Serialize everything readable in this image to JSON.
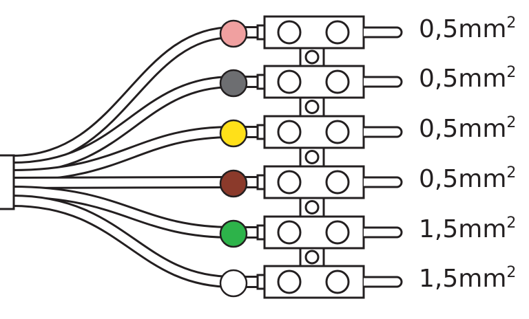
{
  "wires": [
    {
      "color": "#f0a0a0",
      "label": "0,5mm",
      "sup": "2"
    },
    {
      "color": "#6d6e71",
      "label": "0,5mm",
      "sup": "2"
    },
    {
      "color": "#ffe019",
      "label": "0,5mm",
      "sup": "2"
    },
    {
      "color": "#8b3a2b",
      "label": "0,5mm",
      "sup": "2"
    },
    {
      "color": "#2db34a",
      "label": "1,5mm",
      "sup": "2"
    },
    {
      "color": "#ffffff",
      "label": "1,5mm",
      "sup": "2"
    }
  ]
}
